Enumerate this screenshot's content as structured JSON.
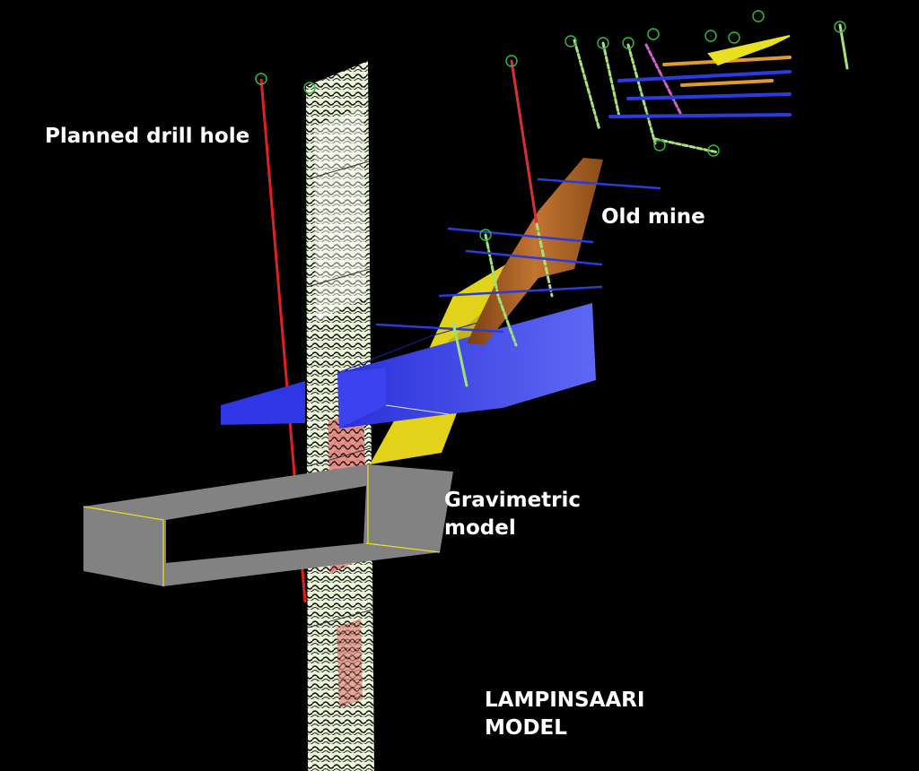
{
  "labels": {
    "planned_drill_hole": "Planned drill hole",
    "old_mine": "Old mine",
    "gravimetric_model_line1": "Gravimetric",
    "gravimetric_model_line2": "model",
    "model_title_line1": "LAMPINSAARI",
    "model_title_line2": "MODEL"
  },
  "colors": {
    "background": "#000000",
    "planned_drill_hole": "#e02020",
    "gravimetric_model": "#808080",
    "ore_body": "#e3d21a",
    "blue_bodies": "#2f36e6",
    "old_mine": "#9a5a1e",
    "label_text": "#ffffff"
  }
}
